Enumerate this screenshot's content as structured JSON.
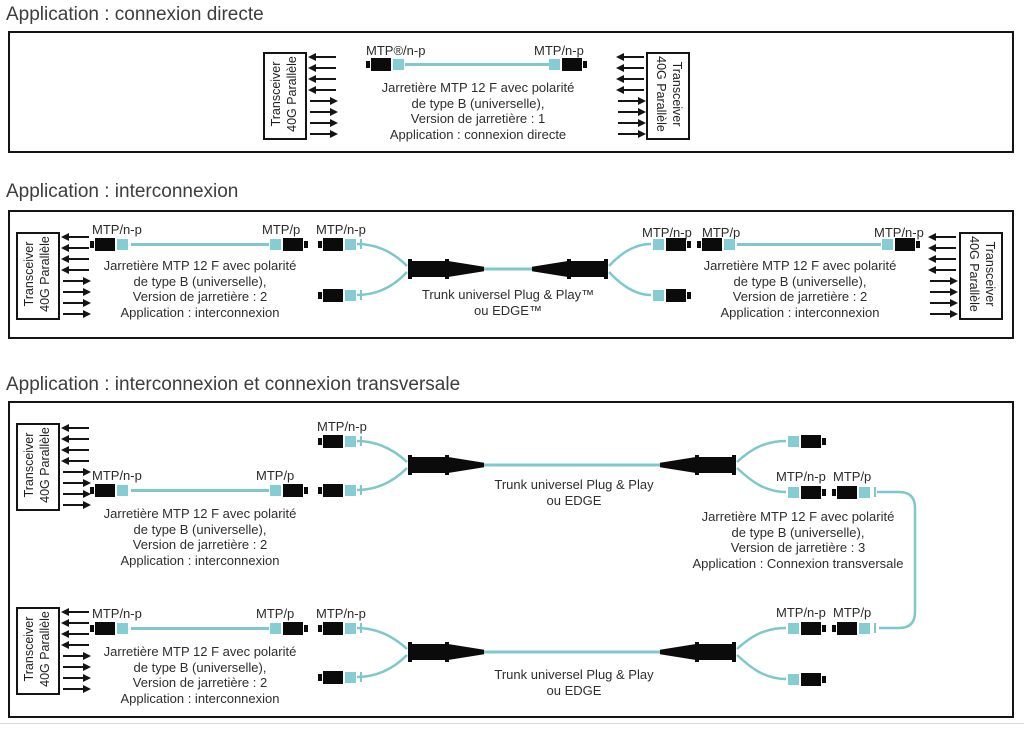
{
  "colors": {
    "fiber_teal": "#7EC8CD",
    "boot_teal": "#85CDD2",
    "connector_black": "#0b0b0b",
    "title_gray": "#3d3d3d"
  },
  "transceiver": {
    "label_line1": "Transceiver",
    "label_line2": "40G Parallèle"
  },
  "sections": [
    {
      "title": "Application : connexion directe",
      "jarretiere": {
        "left_connector_label": "MTP®/n-p",
        "right_connector_label": "MTP/n-p",
        "description": [
          "Jarretière MTP 12 F avec polarité",
          "de type B (universelle),",
          "Version de jarretière : 1",
          "Application : connexion directe"
        ]
      }
    },
    {
      "title": "Application : interconnexion",
      "left_jarretiere": {
        "left_connector_label": "MTP/n-p",
        "right_connector_label": "MTP/p",
        "fanout_connector_label": "MTP/n-p",
        "description": [
          "Jarretière MTP 12 F avec polarité",
          "de type B (universelle),",
          "Version de jarretière : 2",
          "Application : interconnexion"
        ]
      },
      "trunk": {
        "line1": "Trunk universel Plug & Play™",
        "line2": "ou EDGE™"
      },
      "right_jarretiere": {
        "fanout_connector_label": "MTP/n-p",
        "left_connector_label": "MTP/p",
        "right_connector_label": "MTP/n-p",
        "description": [
          "Jarretière MTP 12 F avec polarité",
          "de type B (universelle),",
          "Version de jarretière : 2",
          "Application : interconnexion"
        ]
      }
    },
    {
      "title": "Application : interconnexion et connexion transversale",
      "row_top": {
        "jarretiere": {
          "left_connector_label": "MTP/n-p",
          "right_connector_label": "MTP/p",
          "fanout_connector_label": "MTP/n-p",
          "description": [
            "Jarretière MTP 12 F avec polarité",
            "de type B (universelle),",
            "Version de jarretière : 2",
            "Application : interconnexion"
          ]
        },
        "trunk": {
          "line1": "Trunk universel Plug & Play",
          "line2": "ou EDGE"
        },
        "cross_labels": {
          "left": "MTP/n-p",
          "right": "MTP/p"
        }
      },
      "cross_jarretiere": {
        "description": [
          "Jarretière MTP 12 F avec polarité",
          "de type B (universelle),",
          "Version de jarretière : 3",
          "Application : Connexion transversale"
        ]
      },
      "row_bottom": {
        "jarretiere": {
          "left_connector_label": "MTP/n-p",
          "right_connector_label": "MTP/p",
          "fanout_connector_label": "MTP/n-p",
          "description": [
            "Jarretière MTP 12 F avec polarité",
            "de type B (universelle),",
            "Version de jarretière : 2",
            "Application : interconnexion"
          ]
        },
        "trunk": {
          "line1": "Trunk universel Plug & Play",
          "line2": "ou EDGE"
        },
        "cross_labels": {
          "left": "MTP/n-p",
          "right": "MTP/p"
        }
      }
    }
  ]
}
